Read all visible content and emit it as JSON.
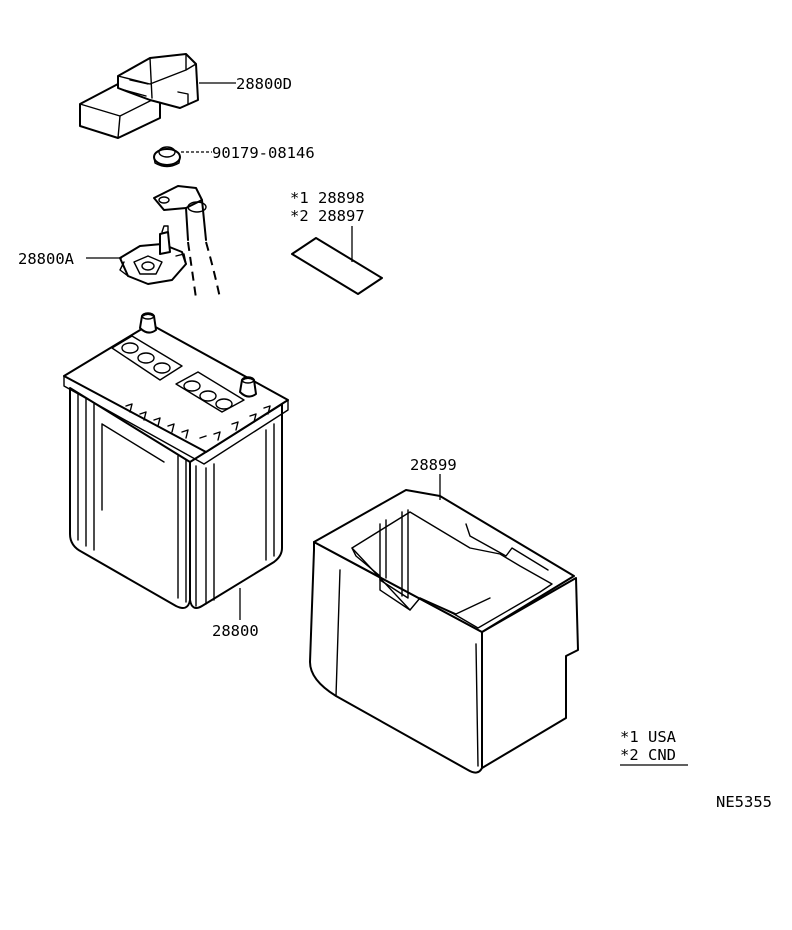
{
  "labels": {
    "cover": "28800D",
    "nut": "90179-08146",
    "clamp": "28800A",
    "sticker_1": "*1 28898",
    "sticker_2": "*2 28897",
    "battery": "28800",
    "tray": "28899",
    "legend_1": "*1 USA",
    "legend_2": "*2 CND",
    "diagram_code": "NE5355"
  }
}
